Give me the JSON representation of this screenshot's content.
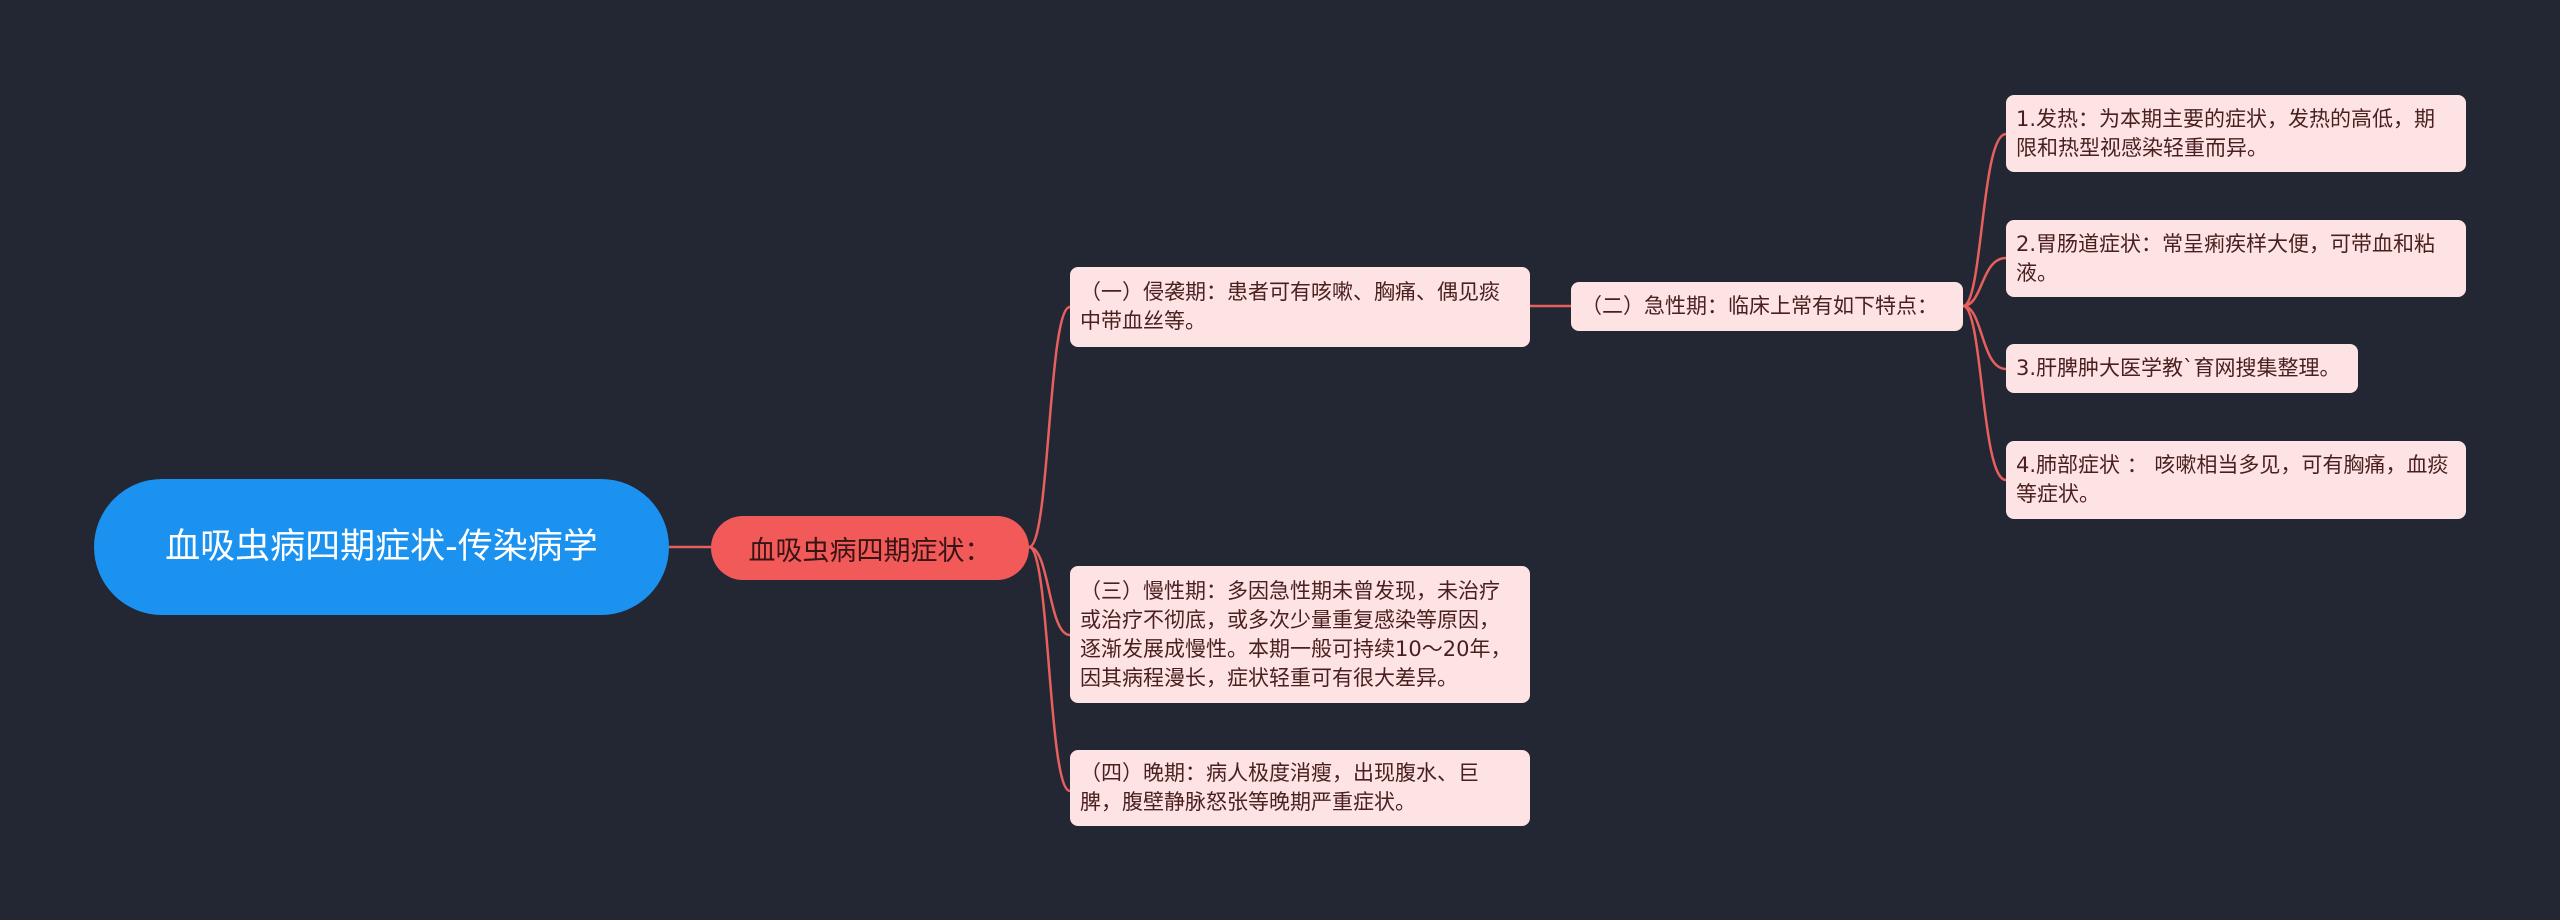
{
  "colors": {
    "background": "#232633",
    "root_fill": "#1b92ef",
    "main_fill": "#f25a5a",
    "leaf_fill": "#fde3e3",
    "connector": "#e8605d"
  },
  "root": {
    "label": "血吸虫病四期症状-传染病学"
  },
  "main": {
    "label": "血吸虫病四期症状："
  },
  "stages": [
    {
      "label": "（一）侵袭期：患者可有咳嗽、胸痛、偶见痰中带血丝等。"
    },
    {
      "label": "（二）急性期：临床上常有如下特点："
    },
    {
      "label": "（三）慢性期：多因急性期未曾发现，未治疗或治疗不彻底，或多次少量重复感染等原因，逐渐发展成慢性。本期一般可持续10～20年，因其病程漫长，症状轻重可有很大差异。"
    },
    {
      "label": "（四）晚期：病人极度消瘦，出现腹水、巨脾，腹壁静脉怒张等晚期严重症状。"
    }
  ],
  "acute_features": [
    {
      "label": "1.发热：为本期主要的症状，发热的高低，期限和热型视感染轻重而异。"
    },
    {
      "label": "2.胃肠道症状：常呈痢疾样大便，可带血和粘液。"
    },
    {
      "label": "3.肝脾肿大医学教`育网搜集整理。"
    },
    {
      "label": "4.肺部症状 ： 咳嗽相当多见，可有胸痛，血痰等症状。"
    }
  ]
}
